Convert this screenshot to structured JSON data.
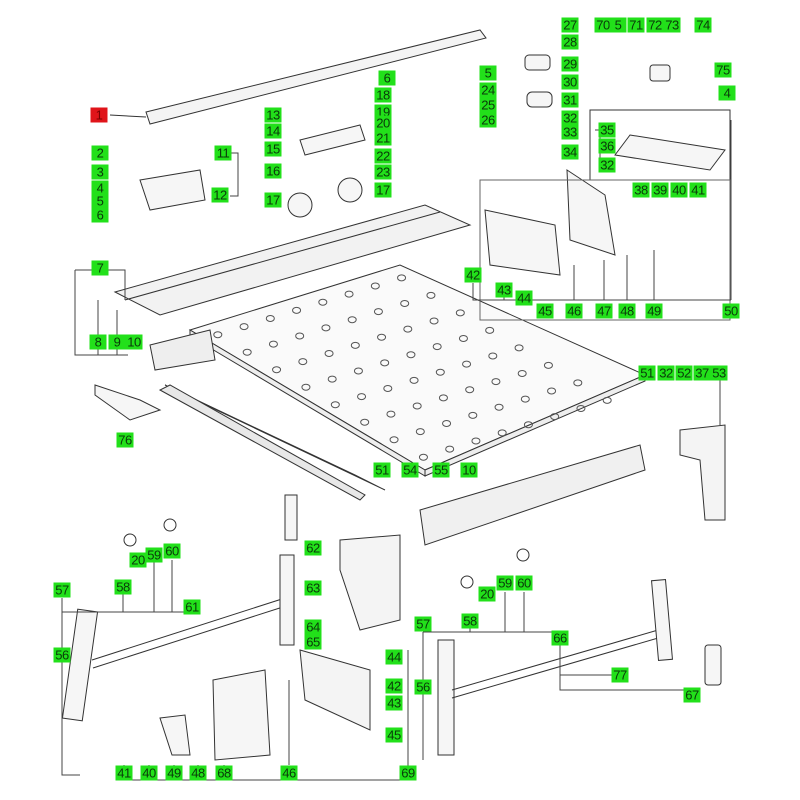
{
  "diagram": {
    "type": "exploded-parts-diagram",
    "highlight_color": "#e0141a",
    "label_color": "#22e01a",
    "selected_part": "1",
    "callouts": [
      "1",
      "2",
      "3",
      "4",
      "5",
      "6",
      "11",
      "12",
      "13",
      "14",
      "15",
      "16",
      "17",
      "6",
      "18",
      "19",
      "20",
      "21",
      "22",
      "23",
      "17",
      "5",
      "24",
      "25",
      "26",
      "27",
      "28",
      "29",
      "30",
      "31",
      "32",
      "33",
      "34",
      "70",
      "5",
      "71",
      "72",
      "73",
      "74",
      "75",
      "4",
      "35",
      "36",
      "32",
      "38",
      "39",
      "40",
      "41",
      "42",
      "43",
      "44",
      "45",
      "46",
      "47",
      "48",
      "49",
      "50",
      "7",
      "8",
      "9",
      "10",
      "51",
      "32",
      "52",
      "37",
      "53",
      "76",
      "51",
      "54",
      "55",
      "10",
      "62",
      "63",
      "64",
      "65",
      "44",
      "42",
      "43",
      "45",
      "57",
      "58",
      "20",
      "59",
      "60",
      "61",
      "56",
      "41",
      "40",
      "49",
      "48",
      "68",
      "46",
      "69",
      "57",
      "58",
      "20",
      "59",
      "60",
      "66",
      "77",
      "67",
      "56"
    ]
  }
}
